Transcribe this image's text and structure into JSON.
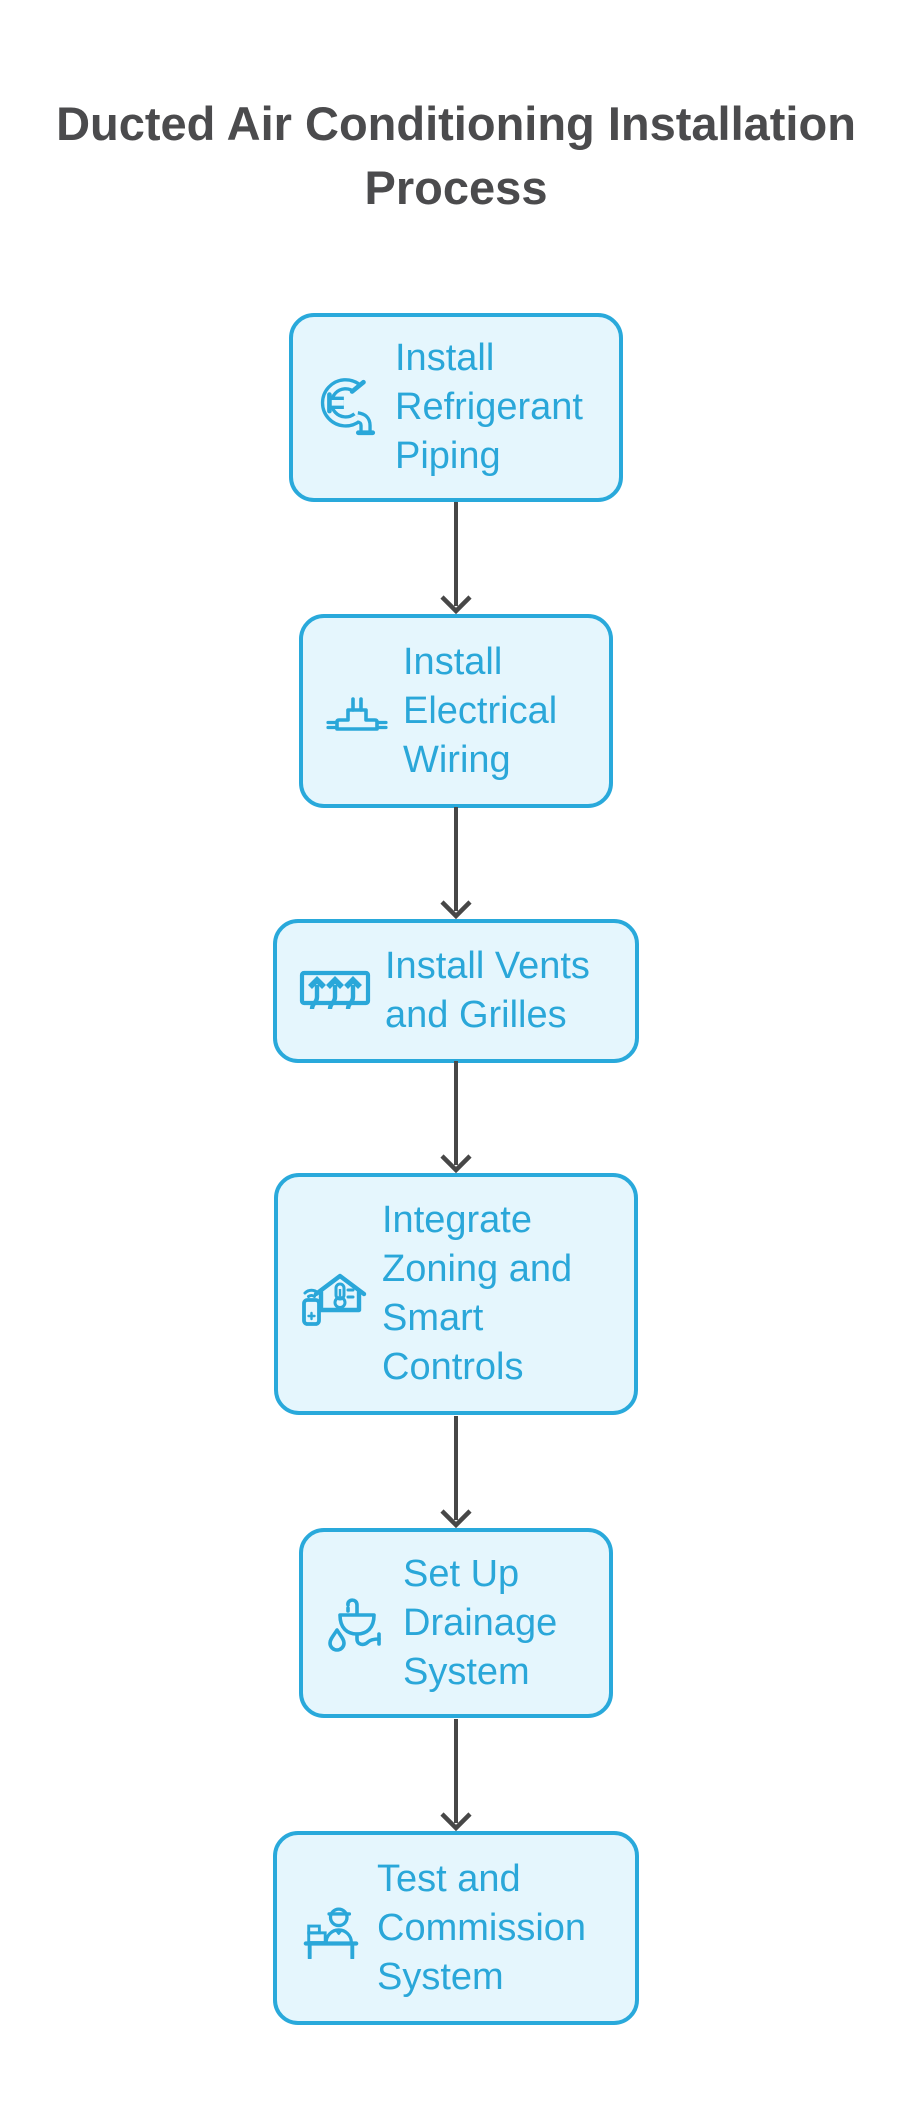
{
  "title": "Ducted Air Conditioning Installation Process",
  "flow": {
    "type": "flowchart",
    "direction": "top-down",
    "steps": [
      {
        "label": "Install Refrigerant Piping",
        "icon": "refrigerant-piping-icon"
      },
      {
        "label": "Install Electrical Wiring",
        "icon": "electrical-wiring-icon"
      },
      {
        "label": "Install Vents and Grilles",
        "icon": "vents-and-grilles-icon"
      },
      {
        "label": "Integrate Zoning and Smart Controls",
        "icon": "zoning-smart-controls-icon"
      },
      {
        "label": "Set Up Drainage System",
        "icon": "drainage-system-icon"
      },
      {
        "label": "Test and Commission System",
        "icon": "test-and-commission-icon"
      }
    ]
  },
  "colors": {
    "title_text": "#4b4b4d",
    "node_fill": "#e5f6fd",
    "node_border": "#29a9db",
    "node_text": "#2aa7d9",
    "icon_stroke": "#2aa7d9",
    "arrow": "#474747",
    "background": "#ffffff"
  }
}
